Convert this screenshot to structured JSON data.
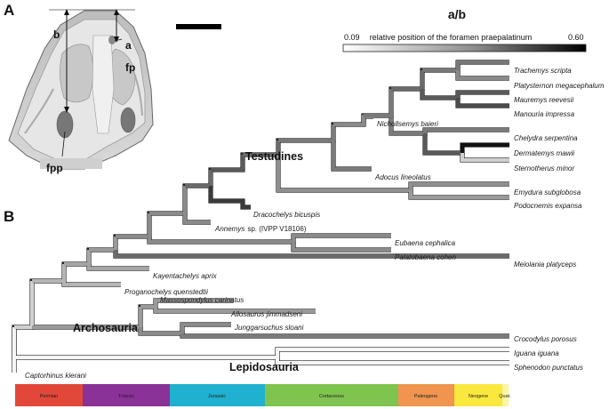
{
  "panels": {
    "a": "A",
    "b": "B"
  },
  "skull": {
    "label_b": "b",
    "label_a": "a",
    "label_fp": "fp",
    "label_fpp": "fpp"
  },
  "legend": {
    "title": "a/b",
    "min": "0.09",
    "max": "0.60",
    "caption": "relative position of the foramen praepalatinum",
    "colors": {
      "low": "#ffffff",
      "high": "#000000"
    }
  },
  "clades": {
    "testudines": "Testudines",
    "archosauria": "Archosauria",
    "lepidosauria": "Lepidosauria"
  },
  "taxa": [
    {
      "name": "Trachemys scripta",
      "shade": "#777777"
    },
    {
      "name": "Platysternon megacephalum",
      "shade": "#8a8a8a"
    },
    {
      "name": "Mauremys reevesii",
      "shade": "#5a5a5a"
    },
    {
      "name": "Manouria impressa",
      "shade": "#4a4a4a"
    },
    {
      "name": "Nichollsemys baieri",
      "shade": "#8a8a8a"
    },
    {
      "name": "Chelydra serpentina",
      "shade": "#7a7a7a"
    },
    {
      "name": "Dermatemys mawii",
      "shade": "#000000"
    },
    {
      "name": "Sternotherus minor",
      "shade": "#cfcfcf"
    },
    {
      "name": "Adocus lineolatus",
      "shade": "#777777"
    },
    {
      "name": "Emydura subglobosa",
      "shade": "#8f8f8f"
    },
    {
      "name": "Podocnemis expansa",
      "shade": "#9a9a9a"
    },
    {
      "name": "Dracochelys bicuspis",
      "shade": "#2a2a2a"
    },
    {
      "name": "Annemys",
      "suffix": "sp. (IVPP V18106)",
      "shade": "#8a8a8a"
    },
    {
      "name": "Eubaena cephalica",
      "shade": "#8a8a8a"
    },
    {
      "name": "Palatobaena cohen",
      "shade": "#8a8a8a"
    },
    {
      "name": "Meiolania platyceps",
      "shade": "#1a1a1a"
    },
    {
      "name": "Kayentachelys aprix",
      "shade": "#a5a5a5"
    },
    {
      "name": "Proganochelys quenstedtii",
      "shade": "#b5b5b5"
    },
    {
      "name": "Massospondylus carinatus",
      "shade": "#9a9a9a"
    },
    {
      "name": "Allosaurus jimmadseni",
      "shade": "#9a9a9a"
    },
    {
      "name": "Junggarsuchus sloani",
      "shade": "#8a8a8a"
    },
    {
      "name": "Crocodylus porosus",
      "shade": "#7a7a7a"
    },
    {
      "name": "Iguana iguana",
      "shade": "#f5f5f5"
    },
    {
      "name": "Sphenodon punctatus",
      "shade": "#f5f5f5"
    },
    {
      "name": "Captorhinus kierani",
      "shade": "#f5f5f5"
    }
  ],
  "timescale": [
    {
      "name": "Permian",
      "color": "#e2483a"
    },
    {
      "name": "Triassic",
      "color": "#8a3297"
    },
    {
      "name": "Jurassic",
      "color": "#1fb1cf"
    },
    {
      "name": "Cretaceous",
      "color": "#80c450"
    },
    {
      "name": "Paleogene",
      "color": "#f0944f"
    },
    {
      "name": "Neogene",
      "color": "#fbe83e"
    },
    {
      "name": "Quat.",
      "color": "#fff5a0"
    }
  ]
}
